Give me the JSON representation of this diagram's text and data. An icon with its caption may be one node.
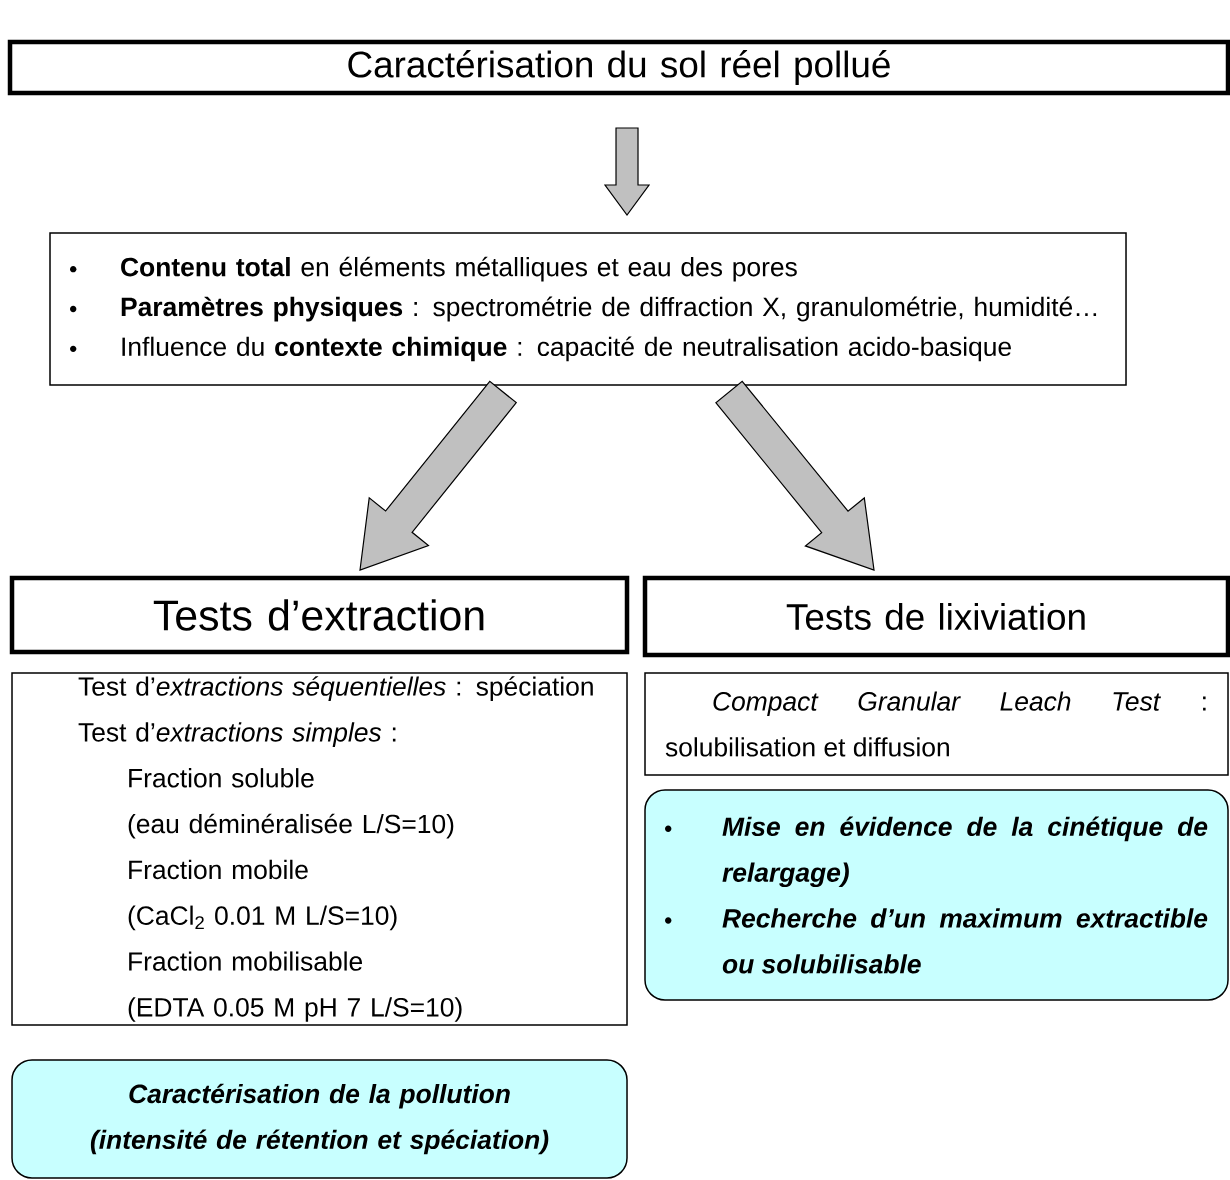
{
  "diagram": {
    "nodes": [
      {
        "text": [
          "Caractérisation du sol réel pollué"
        ]
      },
      {
        "text": [
          "**Contenu total** en éléments métalliques et eau des pores",
          "**Paramètres physiques** : spectrométrie de diffraction X, granulométrie, humidité…",
          "Influence du **contexte chimique** : capacité de neutralisation acido-basique"
        ]
      },
      {
        "text": [
          "Tests d’extraction"
        ]
      },
      {
        "text": [
          "Tests de lixiviation"
        ]
      },
      {
        "text": [
          "Test d’*extractions séquentielles* : spéciation",
          "Test d’*extractions simples* :",
          "Fraction soluble",
          "(eau déminéralisée L/S=10)",
          "Fraction mobile",
          "(CaCl$_{2}$ 0.01 M L/S=10)",
          "Fraction mobilisable",
          "(EDTA 0.05 M pH 7 L/S=10)"
        ]
      },
      {
        "text": [
          "Caractérisation de la pollution (intensité de rétention et spéciation)"
        ]
      },
      {
        "text": [
          "*Compact Granular Leach Test* : solubilisation et diffusion"
        ]
      },
      {
        "text": [
          "Mise en évidence de la cinétique de relargage)",
          "Recherche d’un maximum extractible ou solubilisable"
        ]
      }
    ],
    "edges": [
      {
        "from": 0,
        "to": 1,
        "arrow": "to"
      },
      {
        "from": 1,
        "to": 2,
        "arrow": "to"
      },
      {
        "from": 1,
        "to": 3,
        "arrow": "to"
      }
    ]
  }
}
